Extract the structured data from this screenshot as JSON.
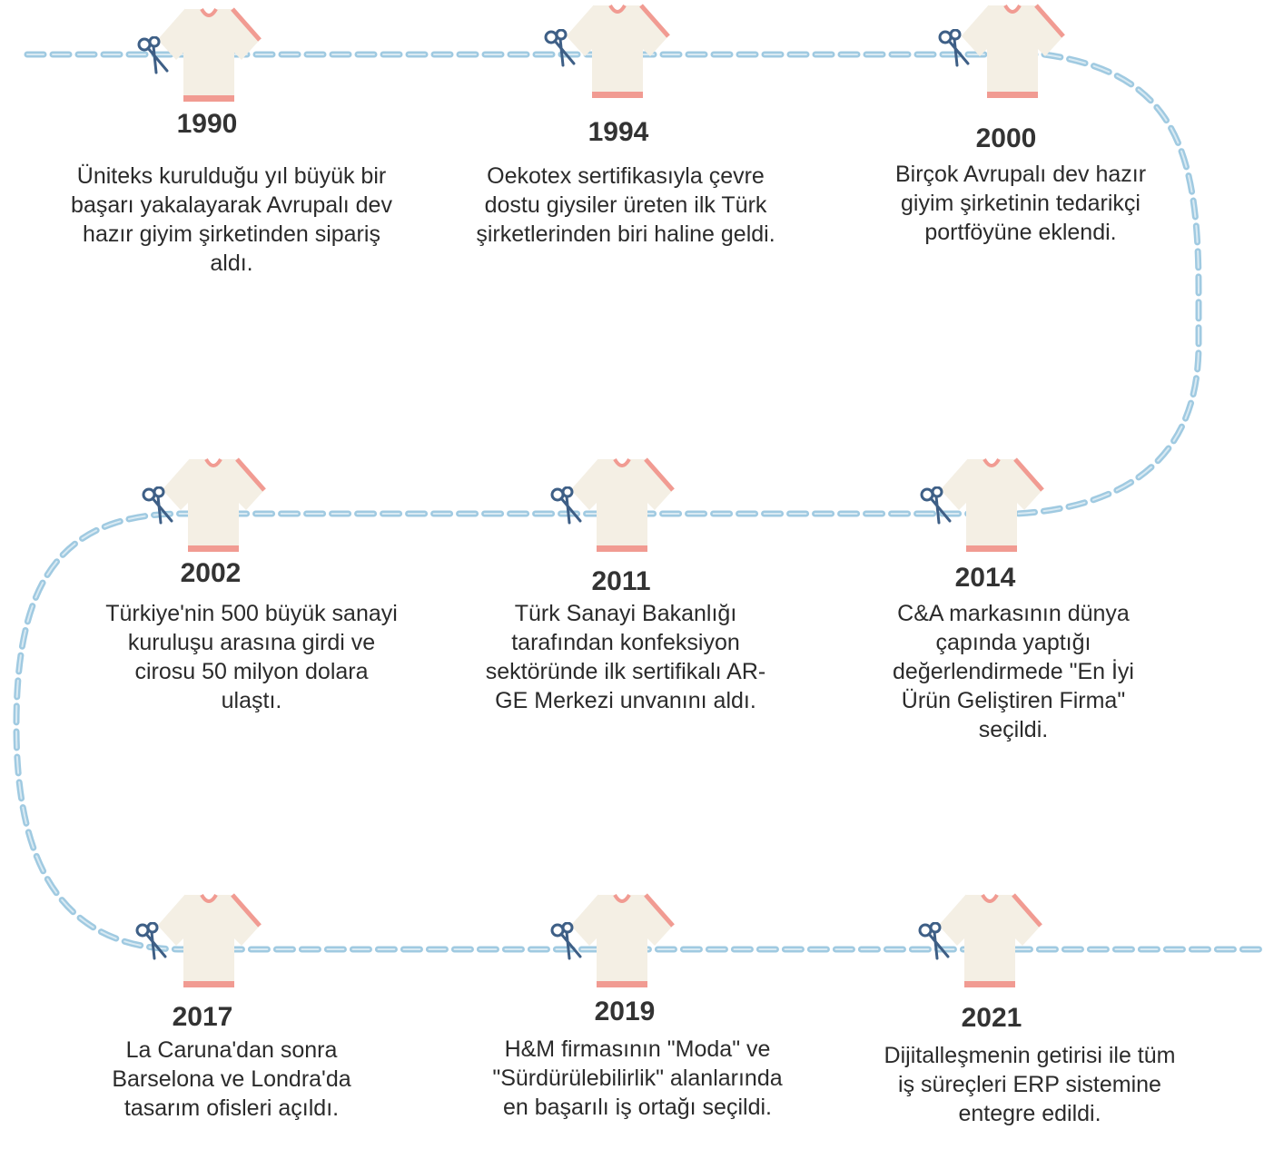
{
  "colors": {
    "thread": "#8fc1dc",
    "shirt_body": "#f4efe4",
    "shirt_trim": "#f19b92",
    "scissors": "#3e5f86",
    "text": "#2b2b2b"
  },
  "icons": {
    "milestone": "tshirt-icon",
    "connector": "scissors-icon"
  },
  "milestones": [
    {
      "year": "1990",
      "text": "Üniteks kurulduğu yıl büyük bir başarı yakalayarak Avrupalı dev hazır giyim şirketinden sipariş aldı."
    },
    {
      "year": "1994",
      "text": "Oekotex sertifikasıyla çevre dostu giysiler üreten ilk Türk şirketlerinden biri haline geldi."
    },
    {
      "year": "2000",
      "text": "Birçok Avrupalı dev hazır giyim şirketinin tedarikçi portföyüne eklendi."
    },
    {
      "year": "2002",
      "text": "Türkiye'nin 500 büyük sanayi kuruluşu arasına girdi ve cirosu 50 milyon dolara ulaştı."
    },
    {
      "year": "2011",
      "text": "Türk Sanayi Bakanlığı tarafından konfeksiyon sektöründe ilk sertifikalı AR-GE Merkezi unvanını aldı."
    },
    {
      "year": "2014",
      "text": "C&A markasının dünya çapında yaptığı değerlendirmede \"En İyi Ürün Geliştiren Firma\" seçildi."
    },
    {
      "year": "2017",
      "text": "La Caruna'dan sonra Barselona ve Londra'da tasarım ofisleri açıldı."
    },
    {
      "year": "2019",
      "text": "H&M firmasının \"Moda\" ve \"Sürdürülebilirlik\" alanlarında en başarılı iş ortağı seçildi."
    },
    {
      "year": "2021",
      "text": "Dijitalleşmenin getirisi ile tüm iş süreçleri ERP sistemine entegre edildi."
    }
  ]
}
